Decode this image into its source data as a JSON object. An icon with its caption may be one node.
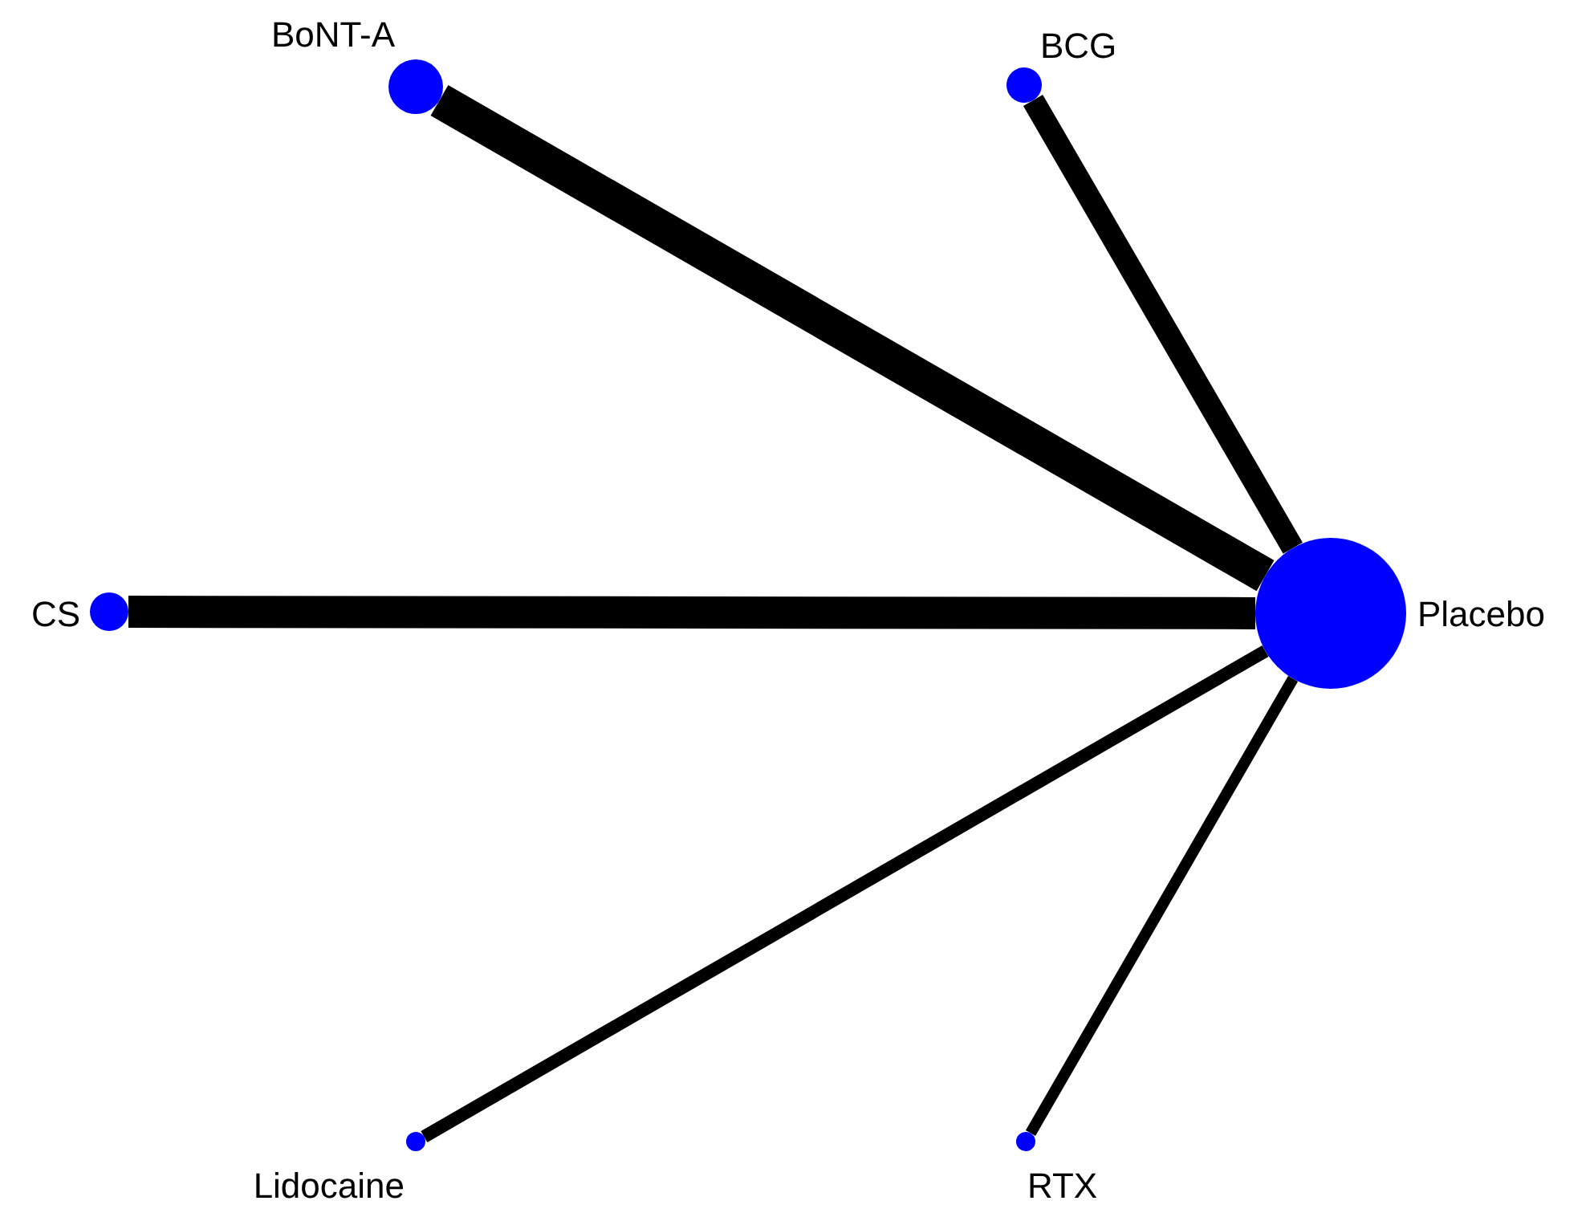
{
  "diagram": {
    "nodes": [
      {
        "text": [
          "BoNT-A"
        ]
      },
      {
        "text": [
          "BCG"
        ]
      },
      {
        "text": [
          "CS"
        ]
      },
      {
        "text": [
          "Placebo"
        ]
      },
      {
        "text": [
          "Lidocaine"
        ]
      },
      {
        "text": [
          "RTX"
        ]
      }
    ],
    "edges": [
      {
        "from": 0,
        "to": 3,
        "arrow": "none"
      },
      {
        "from": 1,
        "to": 3,
        "arrow": "none"
      },
      {
        "from": 2,
        "to": 3,
        "arrow": "none"
      },
      {
        "from": 4,
        "to": 3,
        "arrow": "none"
      },
      {
        "from": 5,
        "to": 3,
        "arrow": "none"
      }
    ]
  }
}
